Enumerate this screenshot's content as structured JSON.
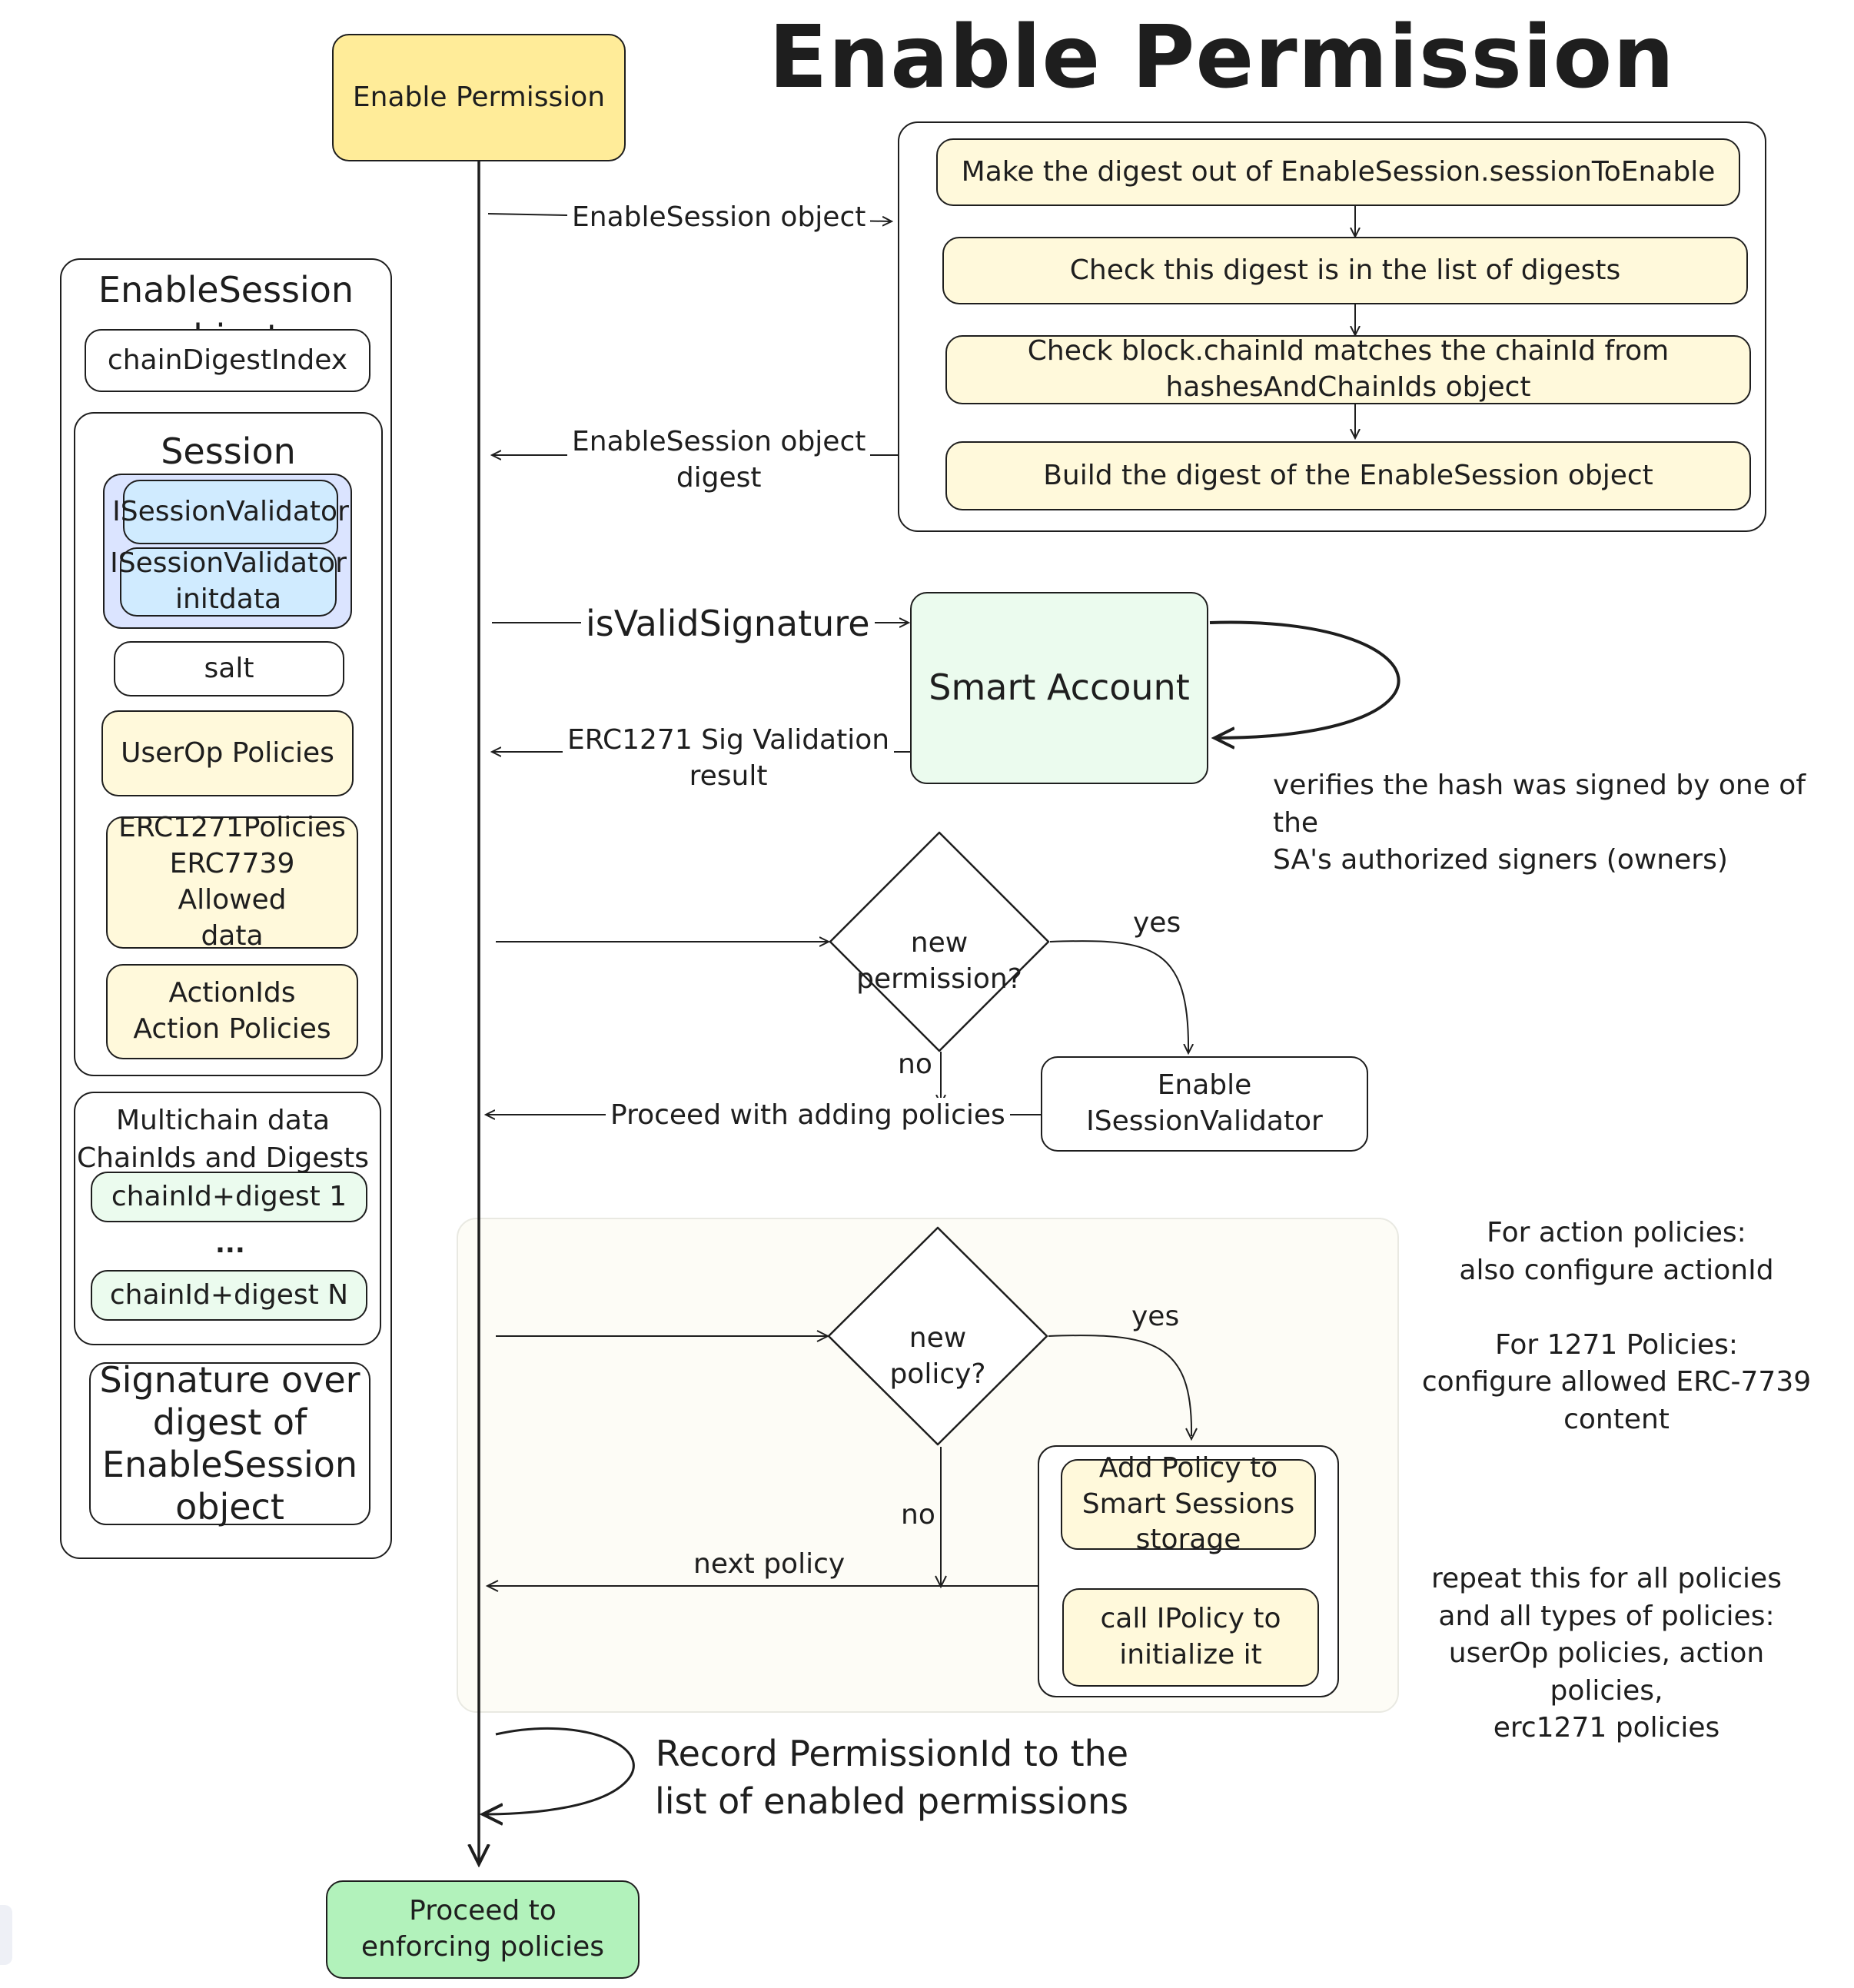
{
  "title": "Enable Permission",
  "nodes": {
    "start": "Enable Permission",
    "end": "Proceed to enforcing policies",
    "smart_account": "Smart Account",
    "enable_validator": "Enable ISessionValidator",
    "new_permission": "new permission?",
    "new_policy": "new policy?",
    "add_policy": "Add Policy to Smart Sessions storage",
    "call_ipolicy": "call IPolicy to initialize it"
  },
  "digest_steps": [
    "Make the digest out of EnableSession.sessionToEnable",
    "Check this digest is in the list of digests",
    "Check block.chainId matches the chainId from hashesAndChainIds object",
    "Build the digest of the EnableSession object"
  ],
  "arrows": {
    "enable_session_object": "EnableSession object",
    "enable_session_digest": "EnableSession object\ndigest",
    "is_valid_signature": "isValidSignature",
    "erc1271_result": "ERC1271 Sig Validation\nresult",
    "yes_permission": "yes",
    "no_permission": "no",
    "proceed_adding": "Proceed with adding policies",
    "yes_policy": "yes",
    "no_policy": "no",
    "next_policy": "next policy"
  },
  "notes": {
    "signer_check": "verifies the hash was signed by one of the\nSA's authorized signers (owners)",
    "policy_config": "For action policies:\nalso configure actionId\n\nFor 1271 Policies:\nconfigure allowed ERC-7739 content",
    "repeat": "repeat this for all policies\nand all types of policies:\nuserOp policies, action policies,\nerc1271 policies",
    "record": "Record PermissionId to the\nlist of enabled permissions"
  },
  "enable_session_object": {
    "heading": "EnableSession object",
    "chain_digest_index": "chainDigestIndex",
    "session": {
      "heading": "Session",
      "validator": "ISessionValidator",
      "validator_initdata": "ISessionValidator\ninitdata",
      "salt": "salt",
      "userop_policies": "UserOp Policies",
      "erc1271_policies": "ERC1271Policies\nERC7739 Allowed\ndata",
      "action_policies": "ActionIds\nAction Policies"
    },
    "multichain": {
      "heading": "Multichain data\nChainIds and Digests",
      "first": "chainId+digest 1",
      "ellipsis": "...",
      "last": "chainId+digest N"
    },
    "signature": "Signature over\ndigest of\nEnableSession\nobject"
  },
  "colors": {
    "start": "#ffec99",
    "yellow_fill": "#fff9db",
    "smart_account": "#ebfbee",
    "end": "#b2f2bb",
    "validator": "#d0ebff",
    "stroke": "#1e1e1e"
  }
}
